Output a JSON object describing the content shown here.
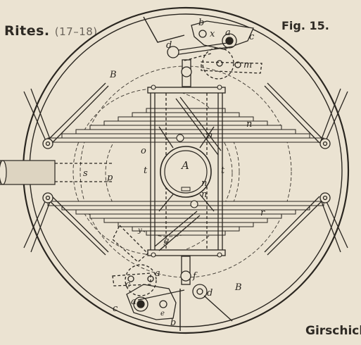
{
  "header": {
    "series": "Rites.",
    "series_ref": "(17–18)",
    "figure": "Fig. 15."
  },
  "footer": {
    "signature": "Girschick"
  },
  "labels": {
    "A": "A",
    "B": "B",
    "o": "o",
    "p": "p",
    "s": "s",
    "t": "t",
    "n": "n",
    "r": "r",
    "a": "a",
    "b": "b",
    "c": "c",
    "d": "d",
    "e": "e",
    "f": "f",
    "g": "g",
    "m": "m",
    "x": "x",
    "y": "y"
  },
  "colors": {
    "ink": "#2a2620",
    "paper": "#ebe3d2",
    "shade": "#d9d0bd"
  }
}
